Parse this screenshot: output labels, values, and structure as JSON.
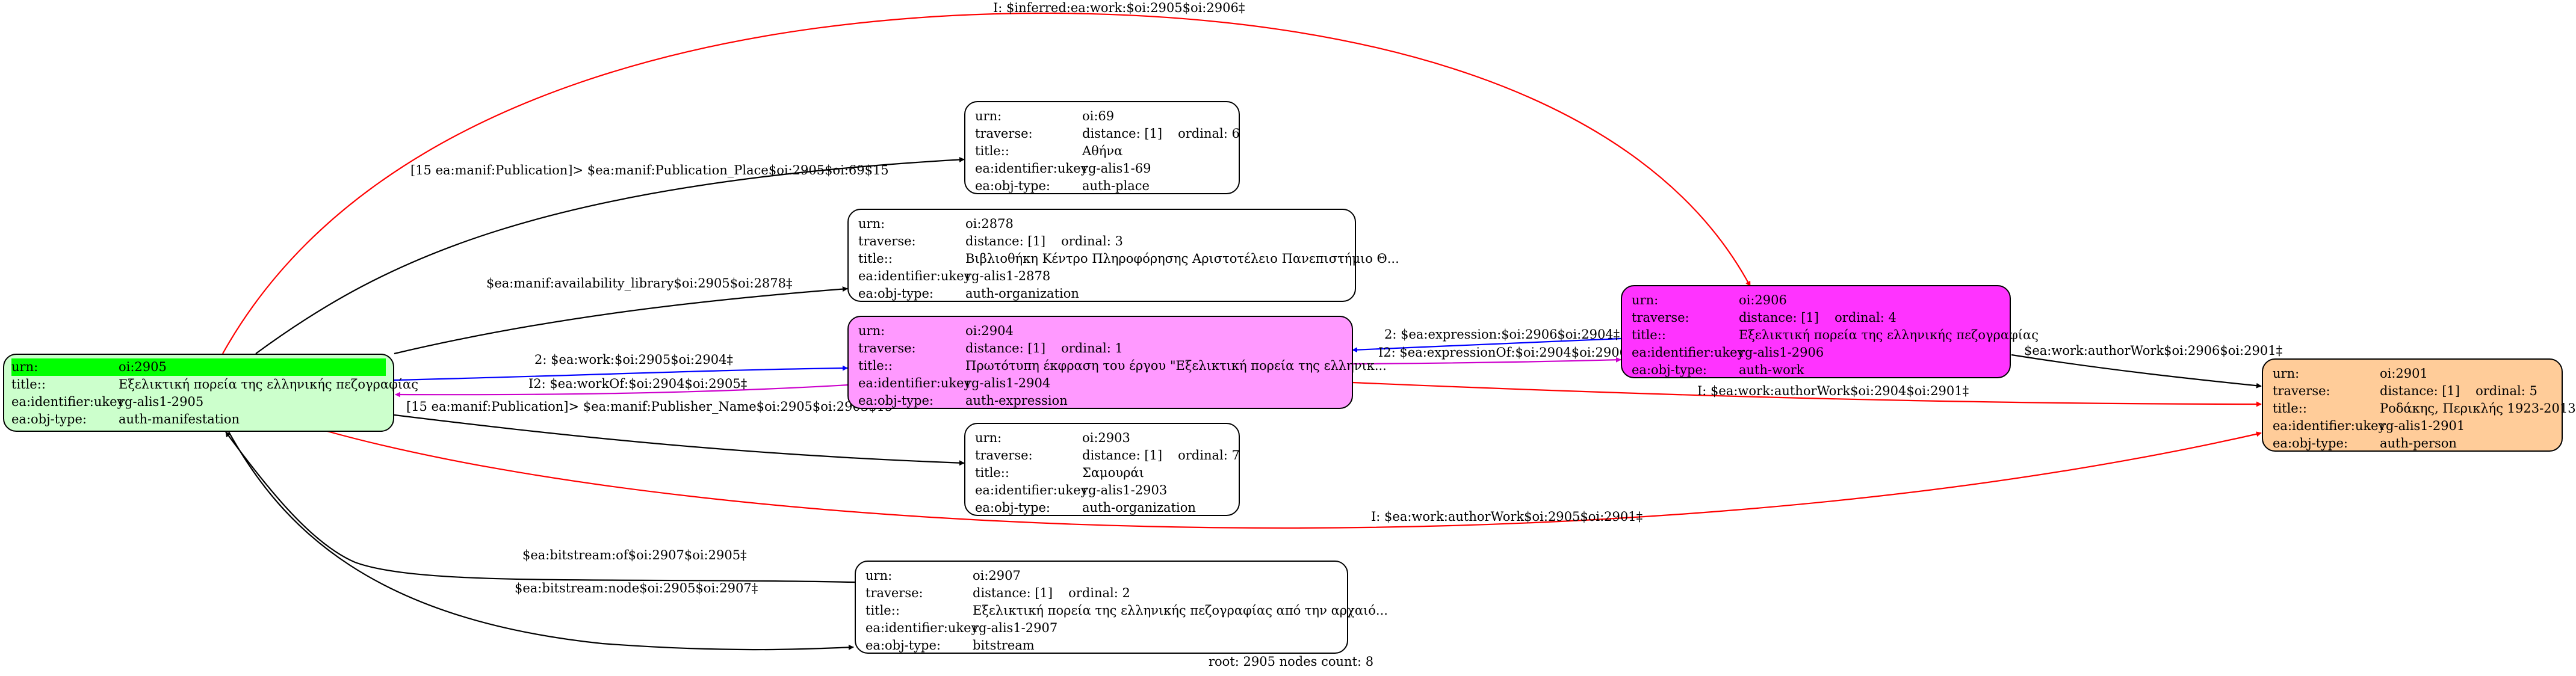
{
  "colors": {
    "root_fill": "#ccffcc",
    "root_header": "#00ff00",
    "expression_fill": "#ff99ff",
    "work_fill": "#ff33ff",
    "person_fill": "#ffcc99",
    "default_fill": "#ffffff",
    "black_edge": "#000000",
    "red_edge": "#ff0000",
    "blue_edge": "#0000ff",
    "magenta_edge": "#cc00cc"
  },
  "nodes": {
    "n2905": {
      "urn_key": "urn:",
      "urn_val": "oi:2905",
      "title_key": "title::",
      "title_val": "Εξελικτική πορεία της ελληνικής πεζογραφίας",
      "ukey_key": "ea:identifier:ukey",
      "ukey_val": "rg-alis1-2905",
      "type_key": "ea:obj-type:",
      "type_val": "auth-manifestation"
    },
    "n69": {
      "urn_key": "urn:",
      "urn_val": "oi:69",
      "trav_key": "traverse:",
      "distance": "distance: [1]",
      "ordinal": "ordinal: 6",
      "title_key": "title::",
      "title_val": "Αθήνα",
      "ukey_key": "ea:identifier:ukey",
      "ukey_val": "rg-alis1-69",
      "type_key": "ea:obj-type:",
      "type_val": "auth-place"
    },
    "n2878": {
      "urn_key": "urn:",
      "urn_val": "oi:2878",
      "trav_key": "traverse:",
      "distance": "distance: [1]",
      "ordinal": "ordinal: 3",
      "title_key": "title::",
      "title_val": "Βιβλιοθήκη Κέντρο Πληροφόρησης Αριστοτέλειο Πανεπιστήμιο Θ...",
      "ukey_key": "ea:identifier:ukey",
      "ukey_val": "rg-alis1-2878",
      "type_key": "ea:obj-type:",
      "type_val": "auth-organization"
    },
    "n2904": {
      "urn_key": "urn:",
      "urn_val": "oi:2904",
      "trav_key": "traverse:",
      "distance": "distance: [1]",
      "ordinal": "ordinal: 1",
      "title_key": "title::",
      "title_val": "Πρωτότυπη έκφραση του έργου \"Εξελικτική πορεία της ελληνικ...",
      "ukey_key": "ea:identifier:ukey",
      "ukey_val": "rg-alis1-2904",
      "type_key": "ea:obj-type:",
      "type_val": "auth-expression"
    },
    "n2903": {
      "urn_key": "urn:",
      "urn_val": "oi:2903",
      "trav_key": "traverse:",
      "distance": "distance: [1]",
      "ordinal": "ordinal: 7",
      "title_key": "title::",
      "title_val": "Σαμουράι",
      "ukey_key": "ea:identifier:ukey",
      "ukey_val": "rg-alis1-2903",
      "type_key": "ea:obj-type:",
      "type_val": "auth-organization"
    },
    "n2907": {
      "urn_key": "urn:",
      "urn_val": "oi:2907",
      "trav_key": "traverse:",
      "distance": "distance: [1]",
      "ordinal": "ordinal: 2",
      "title_key": "title::",
      "title_val": "Εξελικτική πορεία της ελληνικής πεζογραφίας από την αρχαιό...",
      "ukey_key": "ea:identifier:ukey",
      "ukey_val": "rg-alis1-2907",
      "type_key": "ea:obj-type:",
      "type_val": "bitstream"
    },
    "n2906": {
      "urn_key": "urn:",
      "urn_val": "oi:2906",
      "trav_key": "traverse:",
      "distance": "distance: [1]",
      "ordinal": "ordinal: 4",
      "title_key": "title::",
      "title_val": "Εξελικτική πορεία της ελληνικής πεζογραφίας",
      "ukey_key": "ea:identifier:ukey",
      "ukey_val": "rg-alis1-2906",
      "type_key": "ea:obj-type:",
      "type_val": "auth-work"
    },
    "n2901": {
      "urn_key": "urn:",
      "urn_val": "oi:2901",
      "trav_key": "traverse:",
      "distance": "distance: [1]",
      "ordinal": "ordinal: 5",
      "title_key": "title::",
      "title_val": "Ροδάκης, Περικλής 1923-2013",
      "ukey_key": "ea:identifier:ukey",
      "ukey_val": "rg-alis1-2901",
      "type_key": "ea:obj-type:",
      "type_val": "auth-person"
    }
  },
  "edges": {
    "inferred_work": "I: $inferred:ea:work:$oi:2905$oi:2906‡",
    "pub_place": "[15 ea:manif:Publication]> $ea:manif:Publication_Place$oi:2905$oi:69$15",
    "availability": "$ea:manif:availability_library$oi:2905$oi:2878‡",
    "work_2904": "2: $ea:work:$oi:2905$oi:2904‡",
    "workof": "I2: $ea:workOf:$oi:2904$oi:2905‡",
    "publisher": "[15 ea:manif:Publication]> $ea:manif:Publisher_Name$oi:2905$oi:2903$15",
    "expression": "2: $ea:expression:$oi:2906$oi:2904‡",
    "expression_of": "I2: $ea:expressionOf:$oi:2904$oi:2906‡",
    "author_2906": "$ea:work:authorWork$oi:2906$oi:2901‡",
    "author_2904": "I: $ea:work:authorWork$oi:2904$oi:2901‡",
    "author_2905": "I: $ea:work:authorWork$oi:2905$oi:2901‡",
    "bitstream_of": "$ea:bitstream:of$oi:2907$oi:2905‡",
    "bitstream_node": "$ea:bitstream:node$oi:2905$oi:2907‡"
  },
  "footer": "root: 2905 nodes count: 8"
}
